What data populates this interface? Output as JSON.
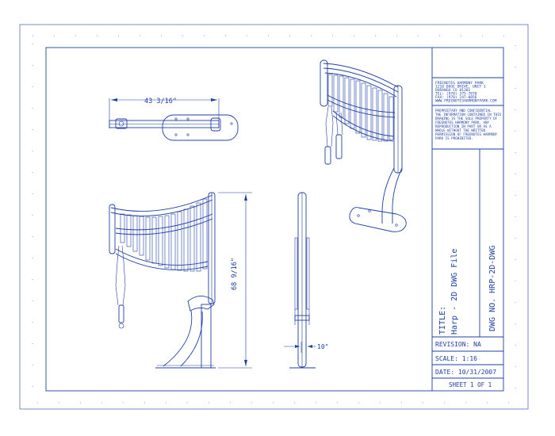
{
  "company_block": {
    "lines": [
      "FREENOTES HARMONY PARK",
      "1210 DOGE DRIVE, UNIT 1",
      "DURANGO CO 81301",
      "TEL: (970) 375-7070",
      "FAX: (970) 247-0856",
      "WWW.FREENOTESHARMONYPARK.COM"
    ]
  },
  "proprietary_block": {
    "lines": [
      "PROPRIETARY AND CONFIDENTIAL",
      "THE INFORMATION CONTAINED IN THIS",
      "DRAWING IS THE SOLE PROPERTY OF",
      "FREENOTES HARMONY PARK. ANY",
      "REPRODUCTION IN PART OR AS A",
      "WHOLE WITHOUT THE WRITTEN",
      "PERMISSION OF FREENOTES HARMONY",
      "PARK IS PROHIBITED."
    ]
  },
  "title_block": {
    "title_label": "TITLE:",
    "title_value": "Harp - 2D DWG File",
    "dwg_no": "DWG NO. HRP-2D-DWG",
    "revision": "REVISION: NA",
    "scale": "SCALE: 1:16",
    "date": "DATE: 10/31/2007",
    "sheet": "SHEET 1 OF 1"
  },
  "dimensions": {
    "top_width": "43 3/16\"",
    "height": "68 9/16\"",
    "side_offset": "10\""
  }
}
